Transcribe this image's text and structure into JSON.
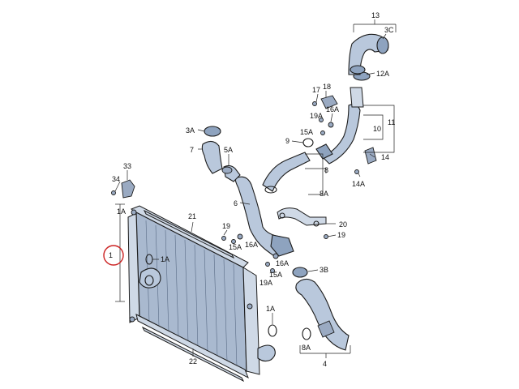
{
  "diagram": {
    "labels": {
      "l13": "13",
      "l3c": "3C",
      "l12a": "12A",
      "l18": "18",
      "l17": "17",
      "l19a_top": "19A",
      "l16a_top": "16A",
      "l15a_top": "15A",
      "l10": "10",
      "l11": "11",
      "l3a": "3A",
      "l9": "9",
      "l7": "7",
      "l5a": "5A",
      "l14": "14",
      "l14a": "14A",
      "l8": "8",
      "l33": "33",
      "l34": "34",
      "l8a_mid": "8A",
      "l6": "6",
      "l1a_left": "1A",
      "l21": "21",
      "l20": "20",
      "l19_right": "19",
      "l19_mid": "19",
      "l15a_mid": "15A",
      "l16a_mid": "16A",
      "l1": "1",
      "l1a_inner": "1A",
      "l16a_low": "16A",
      "l19a_low": "19A",
      "l3b": "3B",
      "l15a_low": "15A",
      "l1a_low": "1A",
      "l8a_low": "8A",
      "l22": "22",
      "l4": "4"
    }
  }
}
